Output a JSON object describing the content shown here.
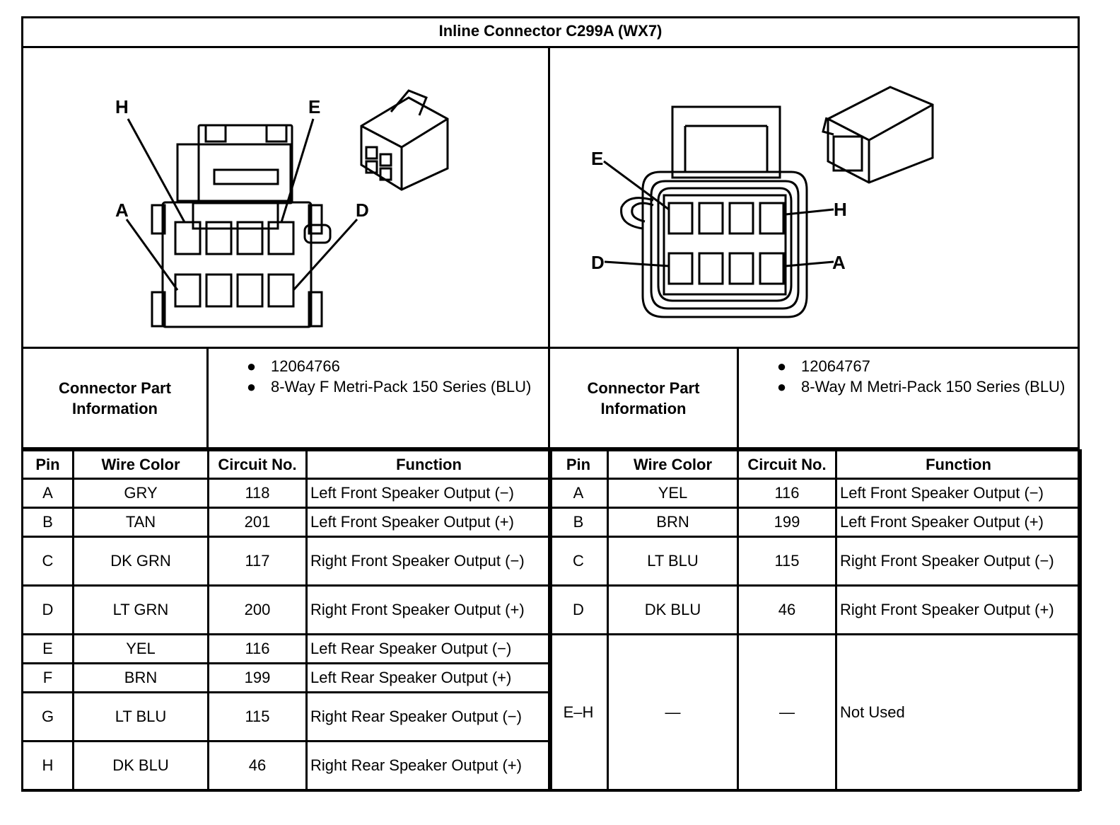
{
  "title": "Inline Connector C299A (WX7)",
  "left": {
    "diagram_labels": {
      "H": "H",
      "E": "E",
      "A": "A",
      "D": "D"
    },
    "info_label": "Connector Part Information",
    "info_items": [
      "12064766",
      "8-Way F Metri-Pack 150 Series (BLU)"
    ],
    "headers": {
      "pin": "Pin",
      "wire": "Wire Color",
      "circuit": "Circuit No.",
      "function": "Function"
    },
    "rows": [
      {
        "pin": "A",
        "wire": "GRY",
        "circuit": "118",
        "function": "Left Front Speaker Output (−)"
      },
      {
        "pin": "B",
        "wire": "TAN",
        "circuit": "201",
        "function": "Left Front Speaker Output (+)"
      },
      {
        "pin": "C",
        "wire": "DK GRN",
        "circuit": "117",
        "function": "Right Front Speaker Output (−)"
      },
      {
        "pin": "D",
        "wire": "LT GRN",
        "circuit": "200",
        "function": "Right Front Speaker Output (+)"
      },
      {
        "pin": "E",
        "wire": "YEL",
        "circuit": "116",
        "function": "Left Rear Speaker Output (−)"
      },
      {
        "pin": "F",
        "wire": "BRN",
        "circuit": "199",
        "function": "Left Rear Speaker Output (+)"
      },
      {
        "pin": "G",
        "wire": "LT BLU",
        "circuit": "115",
        "function": "Right Rear Speaker Output (−)"
      },
      {
        "pin": "H",
        "wire": "DK BLU",
        "circuit": "46",
        "function": "Right Rear Speaker Output (+)"
      }
    ]
  },
  "right": {
    "diagram_labels": {
      "E": "E",
      "H": "H",
      "D": "D",
      "A": "A"
    },
    "info_label": "Connector Part Information",
    "info_items": [
      "12064767",
      "8-Way M Metri-Pack 150 Series (BLU)"
    ],
    "headers": {
      "pin": "Pin",
      "wire": "Wire Color",
      "circuit": "Circuit No.",
      "function": "Function"
    },
    "rows": [
      {
        "pin": "A",
        "wire": "YEL",
        "circuit": "116",
        "function": "Left Front Speaker Output (−)"
      },
      {
        "pin": "B",
        "wire": "BRN",
        "circuit": "199",
        "function": "Left Front Speaker Output (+)"
      },
      {
        "pin": "C",
        "wire": "LT BLU",
        "circuit": "115",
        "function": "Right Front Speaker Output (−)"
      },
      {
        "pin": "D",
        "wire": "DK BLU",
        "circuit": "46",
        "function": "Right Front Speaker Output (+)"
      },
      {
        "pin": "E–H",
        "wire": "—",
        "circuit": "—",
        "function": "Not Used"
      }
    ]
  }
}
